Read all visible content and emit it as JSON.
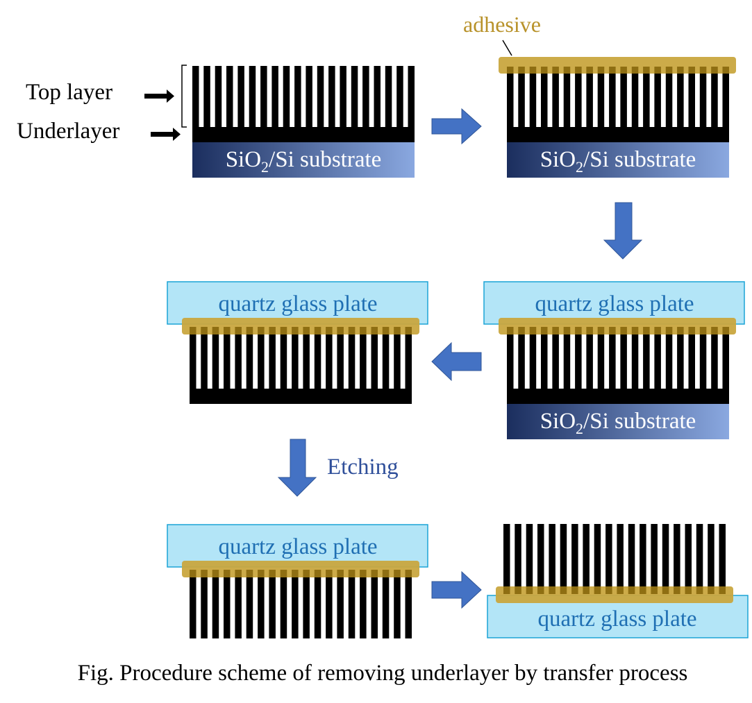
{
  "labels": {
    "top_layer": "Top layer",
    "underlayer": "Underlayer",
    "adhesive": "adhesive",
    "substrate_prefix": "SiO",
    "substrate_sub": "2",
    "substrate_suffix": "/Si substrate",
    "glass": "quartz glass plate",
    "etching": "Etching",
    "caption": "Fig. Procedure scheme of removing underlayer by transfer process"
  },
  "colors": {
    "stripe": "#000000",
    "adhesive": "#C9A63F",
    "adhesive_text": "#B8922A",
    "glass_fill": "#B3E5F7",
    "glass_stroke": "#1BA3D6",
    "glass_text": "#1F6FB3",
    "arrow": "#4472C4",
    "arrow_stroke": "#2F5597",
    "etching_text": "#2F4F9A",
    "substrate_dark": "#1B2E5E",
    "substrate_light": "#8AA8E0"
  },
  "structure": {
    "stripe_count": 20
  },
  "steps": [
    {
      "id": "step1",
      "description": "initial structure on substrate"
    },
    {
      "id": "step2",
      "description": "adhesive applied"
    },
    {
      "id": "step3",
      "description": "glass plate bonded"
    },
    {
      "id": "step4",
      "description": "substrate removed"
    },
    {
      "id": "step5",
      "description": "after etching"
    },
    {
      "id": "step6",
      "description": "flipped onto glass"
    }
  ]
}
